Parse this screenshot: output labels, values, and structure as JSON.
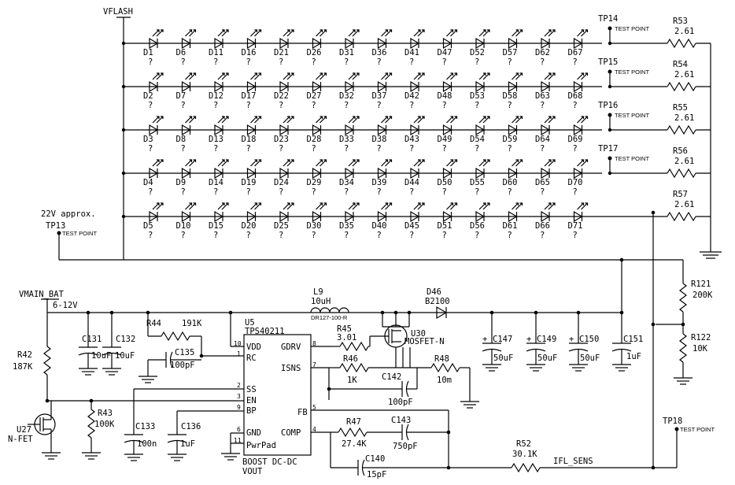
{
  "rail_label": "VFLASH",
  "led_rows": [
    {
      "diodes": [
        "D1",
        "D6",
        "D11",
        "D16",
        "D21",
        "D26",
        "D31",
        "D36",
        "D41",
        "D47",
        "D52",
        "D57",
        "D62",
        "D67"
      ],
      "values": [
        "?",
        "?",
        "?",
        "?",
        "?",
        "?",
        "?",
        "?",
        "?",
        "?",
        "?",
        "?",
        "?",
        "?"
      ],
      "tp": "TP14",
      "tp_label": "TEST POINT",
      "res": "R53",
      "res_val": "2.61"
    },
    {
      "diodes": [
        "D2",
        "D7",
        "D12",
        "D17",
        "D22",
        "D27",
        "D32",
        "D37",
        "D42",
        "D48",
        "D53",
        "D58",
        "D63",
        "D68"
      ],
      "values": [
        "?",
        "?",
        "?",
        "?",
        "?",
        "?",
        "?",
        "?",
        "?",
        "?",
        "?",
        "?",
        "?",
        "?"
      ],
      "tp": "TP15",
      "tp_label": "TEST POINT",
      "res": "R54",
      "res_val": "2.61"
    },
    {
      "diodes": [
        "D3",
        "D8",
        "D13",
        "D18",
        "D23",
        "D28",
        "D33",
        "D38",
        "D43",
        "D49",
        "D54",
        "D59",
        "D64",
        "D69"
      ],
      "values": [
        "?",
        "?",
        "?",
        "?",
        "?",
        "?",
        "?",
        "?",
        "?",
        "?",
        "?",
        "?",
        "?",
        "?"
      ],
      "tp": "TP16",
      "tp_label": "TEST POINT",
      "res": "R55",
      "res_val": "2.61"
    },
    {
      "diodes": [
        "D4",
        "D9",
        "D14",
        "D19",
        "D24",
        "D29",
        "D34",
        "D39",
        "D44",
        "D50",
        "D55",
        "D60",
        "D65",
        "D70"
      ],
      "values": [
        "?",
        "?",
        "?",
        "?",
        "?",
        "?",
        "?",
        "?",
        "?",
        "?",
        "?",
        "?",
        "?",
        "?"
      ],
      "tp": "TP17",
      "tp_label": "TEST POINT",
      "res": "R56",
      "res_val": "2.61"
    },
    {
      "diodes": [
        "D5",
        "D10",
        "D15",
        "D20",
        "D25",
        "D30",
        "D35",
        "D40",
        "D45",
        "D51",
        "D56",
        "D61",
        "D66",
        "D71"
      ],
      "values": [
        "?",
        "?",
        "?",
        "?",
        "?",
        "?",
        "?",
        "?",
        "?",
        "?",
        "?",
        "?",
        "?",
        "?"
      ],
      "tp": "",
      "tp_label": "",
      "res": "R57",
      "res_val": "2.61"
    }
  ],
  "labels": {
    "approx": "22V approx.",
    "tp13": "TP13",
    "tp13_sub": "TEST POINT",
    "vmain": "VMAIN_BAT",
    "vrange": "6-12V",
    "r42": "R42",
    "r42v": "187K",
    "u27": "U27",
    "u27t": "N-FET",
    "r43": "R43",
    "r43v": "100K",
    "c131": "C131",
    "c131v": "10uF",
    "c132": "C132",
    "c132v": "10uF",
    "r44": "R44",
    "r44v": "191K",
    "c135": "C135",
    "c135v": "100pF",
    "c133": "C133",
    "c133v": "100n",
    "c136": "C136",
    "c136v": "1uF",
    "u5": "U5",
    "u5p": "TPS40211",
    "pin_vdd": "VDD",
    "pin_rc": "RC",
    "pin_ss": "SS",
    "pin_en": "EN",
    "pin_bp": "BP",
    "pin_gnd": "GND",
    "pin_pwr": "PwrPad",
    "pin_gdrv": "GDRV",
    "pin_isns": "ISNS",
    "pin_fb": "FB",
    "pin_comp": "COMP",
    "n10": "10",
    "n1": "1",
    "n2": "2",
    "n3": "3",
    "n9": "9",
    "n6": "6",
    "n11": "11",
    "n8": "8",
    "n7": "7",
    "n5": "5",
    "n4": "4",
    "boost": "BOOST DC-DC",
    "vout": "VOUT",
    "l9": "L9",
    "l9v": "10uH",
    "l9p": "DR127-100-R",
    "d46": "D46",
    "d46p": "B2100",
    "r45": "R45",
    "r45v": "3.01",
    "u30": "U30",
    "u30t": "MOSFET-N",
    "r46": "R46",
    "r46v": "1K",
    "r48": "R48",
    "r48v": "10m",
    "c142": "C142",
    "c142v": "100pF",
    "c147": "C147",
    "c147v": "50uF",
    "c149": "C149",
    "c149v": "50uF",
    "c150": "C150",
    "c150v": "50uF",
    "c151": "C151",
    "c151v": "1uF",
    "r121": "R121",
    "r121v": "200K",
    "r122": "R122",
    "r122v": "10K",
    "r47": "R47",
    "r47v": "27.4K",
    "c143": "C143",
    "c143v": "750pF",
    "c140": "C140",
    "c140v": "15pF",
    "r52": "R52",
    "r52v": "30.1K",
    "ifl": "IFL_SENS",
    "tp18": "TP18",
    "tp18_sub": "TEST POINT"
  }
}
